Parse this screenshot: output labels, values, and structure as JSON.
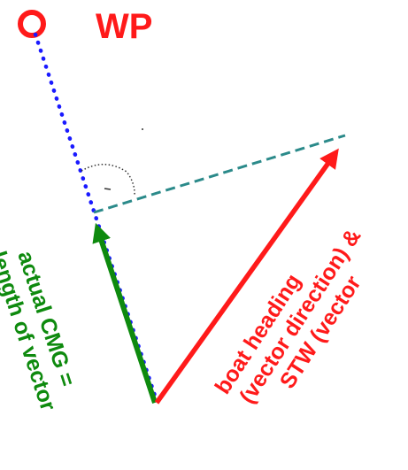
{
  "waypoint": {
    "label": "WP"
  },
  "cmg_annotation": {
    "line_1": "actual CMG =",
    "line_2": "length of vector"
  },
  "heading_annotation": {
    "line_1": "boat heading",
    "line_2": "(vector direction) &",
    "line_3": "STW (vector"
  },
  "colors": {
    "waypoint": "#ff1a1a",
    "course_line": "#1a1aff",
    "cmg_vector": "#0e8a0e",
    "heading_vector": "#ff1a1a",
    "projection_line": "#2b8a8a",
    "angle_arc": "#333333"
  }
}
